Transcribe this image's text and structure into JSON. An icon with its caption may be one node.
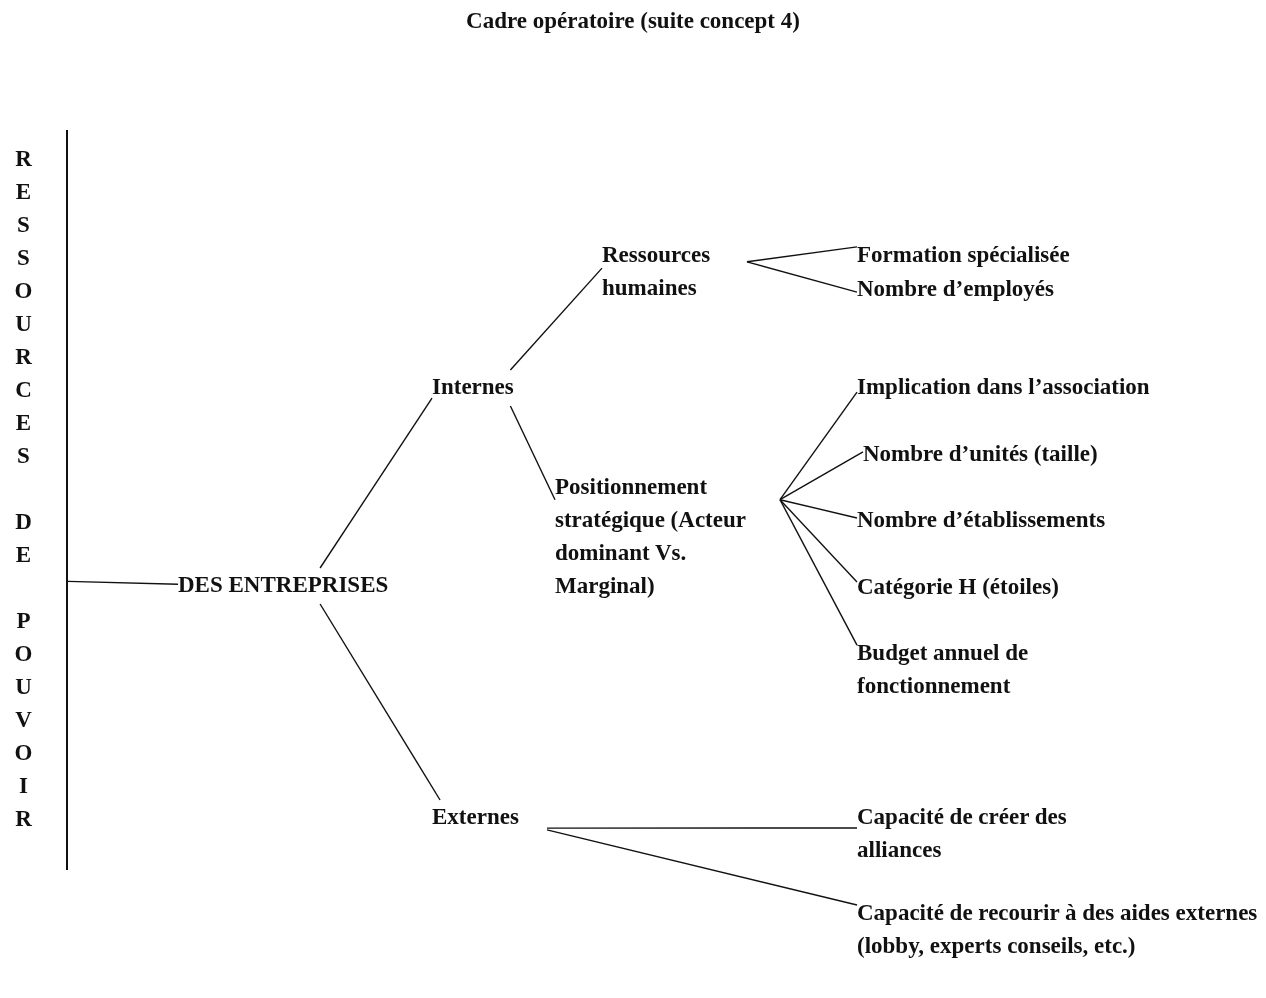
{
  "diagram": {
    "title": "Cadre opératoire (suite concept 4)",
    "nodes": [
      {
        "text": [
          "RESSOURCES DE POUVOIR"
        ]
      },
      {
        "text": [
          "DES ENTREPRISES"
        ]
      },
      {
        "text": [
          "Internes"
        ]
      },
      {
        "text": [
          "Externes"
        ]
      },
      {
        "text": [
          "Ressources humaines"
        ]
      },
      {
        "text": [
          "Positionnement stratégique (Acteur dominant Vs. Marginal)"
        ]
      },
      {
        "text": [
          "Formation spécialisée"
        ]
      },
      {
        "text": [
          "Nombre d’employés"
        ]
      },
      {
        "text": [
          "Implication dans l’association"
        ]
      },
      {
        "text": [
          "Nombre d’unités (taille)"
        ]
      },
      {
        "text": [
          "Nombre d’établissements"
        ]
      },
      {
        "text": [
          "Catégorie H (étoiles)"
        ]
      },
      {
        "text": [
          "Budget annuel de fonctionnement"
        ]
      },
      {
        "text": [
          "Capacité de créer des alliances"
        ]
      },
      {
        "text": [
          "Capacité de recourir à des aides externes (lobby, experts conseils, etc.)"
        ]
      }
    ],
    "edges": [
      {
        "from": 0,
        "to": 1,
        "arrow": "none"
      },
      {
        "from": 1,
        "to": 2,
        "arrow": "none"
      },
      {
        "from": 1,
        "to": 3,
        "arrow": "none"
      },
      {
        "from": 2,
        "to": 4,
        "arrow": "none"
      },
      {
        "from": 2,
        "to": 5,
        "arrow": "none"
      },
      {
        "from": 4,
        "to": 6,
        "arrow": "none"
      },
      {
        "from": 4,
        "to": 7,
        "arrow": "none"
      },
      {
        "from": 5,
        "to": 8,
        "arrow": "none"
      },
      {
        "from": 5,
        "to": 9,
        "arrow": "none"
      },
      {
        "from": 5,
        "to": 10,
        "arrow": "none"
      },
      {
        "from": 5,
        "to": 11,
        "arrow": "none"
      },
      {
        "from": 5,
        "to": 12,
        "arrow": "none"
      },
      {
        "from": 3,
        "to": 13,
        "arrow": "none"
      },
      {
        "from": 3,
        "to": 14,
        "arrow": "none"
      }
    ]
  }
}
